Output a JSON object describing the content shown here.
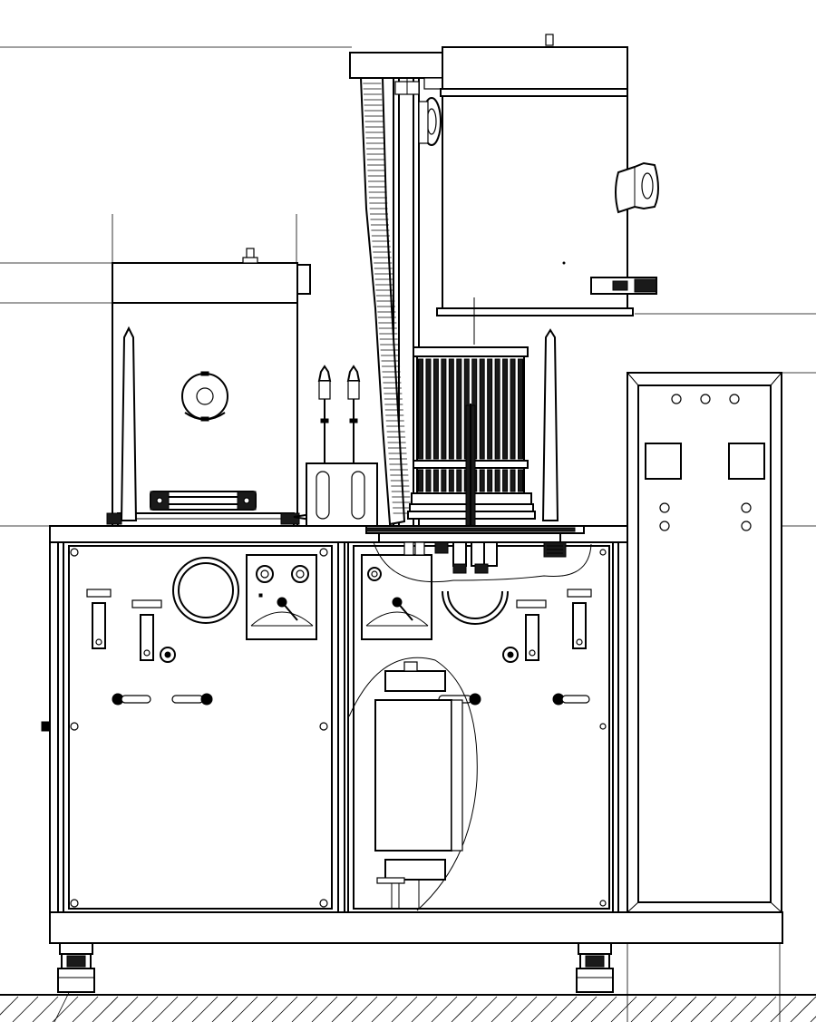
{
  "drawing": {
    "kind": "mechanical-elevation",
    "line_color": "#000000",
    "background": "#ffffff",
    "icons": [
      "gauge-icon",
      "lever-icon",
      "knob-icon",
      "caster-icon",
      "hatch-ground"
    ],
    "left_cabinet_lever_count": 2,
    "right_cabinet_lever_count": 2,
    "control_panel_indicator_count": 3,
    "control_panel_button_count": 4,
    "heater_rod_count": 14
  }
}
